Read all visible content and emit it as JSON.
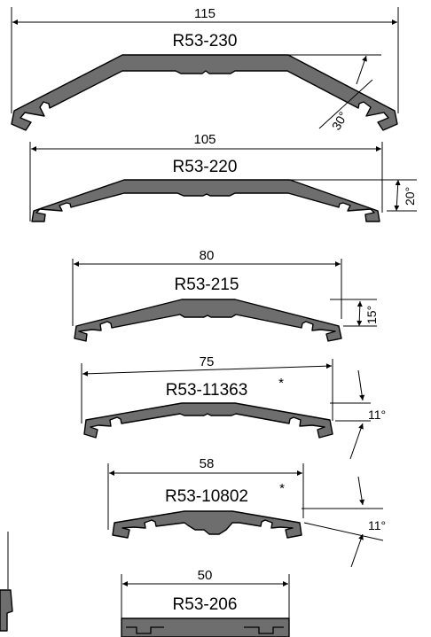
{
  "profiles": [
    {
      "code": "R53-230",
      "width": "115",
      "angle": "30°",
      "mark": ""
    },
    {
      "code": "R53-220",
      "width": "105",
      "angle": "20°",
      "mark": ""
    },
    {
      "code": "R53-215",
      "width": "80",
      "angle": "15°",
      "mark": ""
    },
    {
      "code": "R53-11363",
      "width": "75",
      "angle": "11°",
      "mark": "*"
    },
    {
      "code": "R53-10802",
      "width": "58",
      "angle": "11°",
      "mark": "*"
    },
    {
      "code": "R53-206",
      "width": "50",
      "angle": "",
      "mark": ""
    }
  ]
}
